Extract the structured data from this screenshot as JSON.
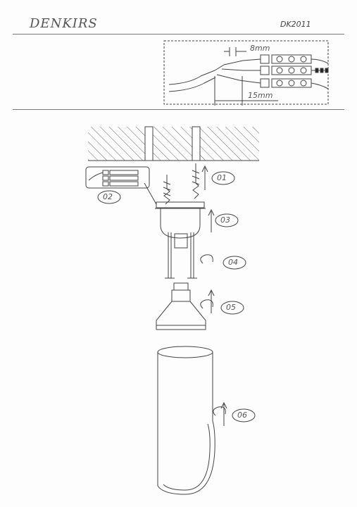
{
  "header": {
    "brand": "DENKIRS",
    "model": "DK2011"
  },
  "wiring": {
    "strip_length": "8mm",
    "insulation_length": "15mm"
  },
  "steps": [
    "01",
    "02",
    "03",
    "04",
    "05",
    "06"
  ],
  "colors": {
    "line": "#444444",
    "hatch": "#666666"
  },
  "icons": [
    "ground-icon",
    "neutral-icon",
    "live-icon",
    "rotate-icon",
    "up-arrow-icon"
  ]
}
